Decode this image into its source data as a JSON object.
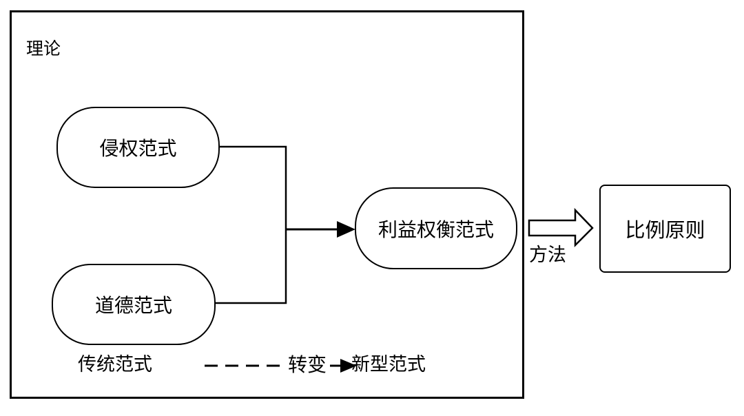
{
  "colors": {
    "stroke": "#000000",
    "background": "#ffffff"
  },
  "theory_frame": {
    "label": "理论"
  },
  "nodes": {
    "tort": "侵权范式",
    "moral": "道德范式",
    "balance": "利益权衡范式",
    "proportionality": "比例原则"
  },
  "method_arrow": {
    "label": "方法"
  },
  "legend": {
    "traditional": "传统范式",
    "transition": "转变",
    "new": "新型范式"
  }
}
